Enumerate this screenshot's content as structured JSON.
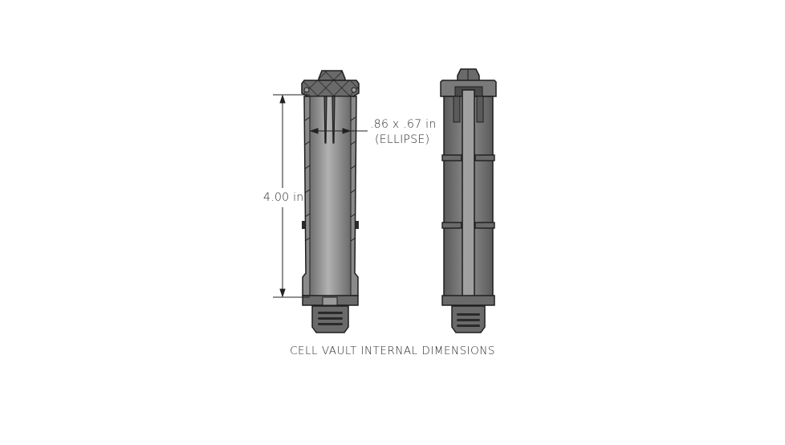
{
  "diagram": {
    "caption": "CELL VAULT INTERNAL DIMENSIONS",
    "dimensions": {
      "height": "4.00 in",
      "cross_section": ".86 x .67 in",
      "cross_section_shape": "(ELLIPSE)"
    },
    "views": [
      {
        "name": "section-view",
        "description": "Cross-section view with dimension lines"
      },
      {
        "name": "exterior-view",
        "description": "Exterior side view"
      }
    ],
    "colors": {
      "body_fill": "#7d7d7d",
      "body_light": "#a8a8a8",
      "outline": "#1e1e1e",
      "cap_fill": "#5f5f5f",
      "dimension_line": "#222222"
    }
  }
}
